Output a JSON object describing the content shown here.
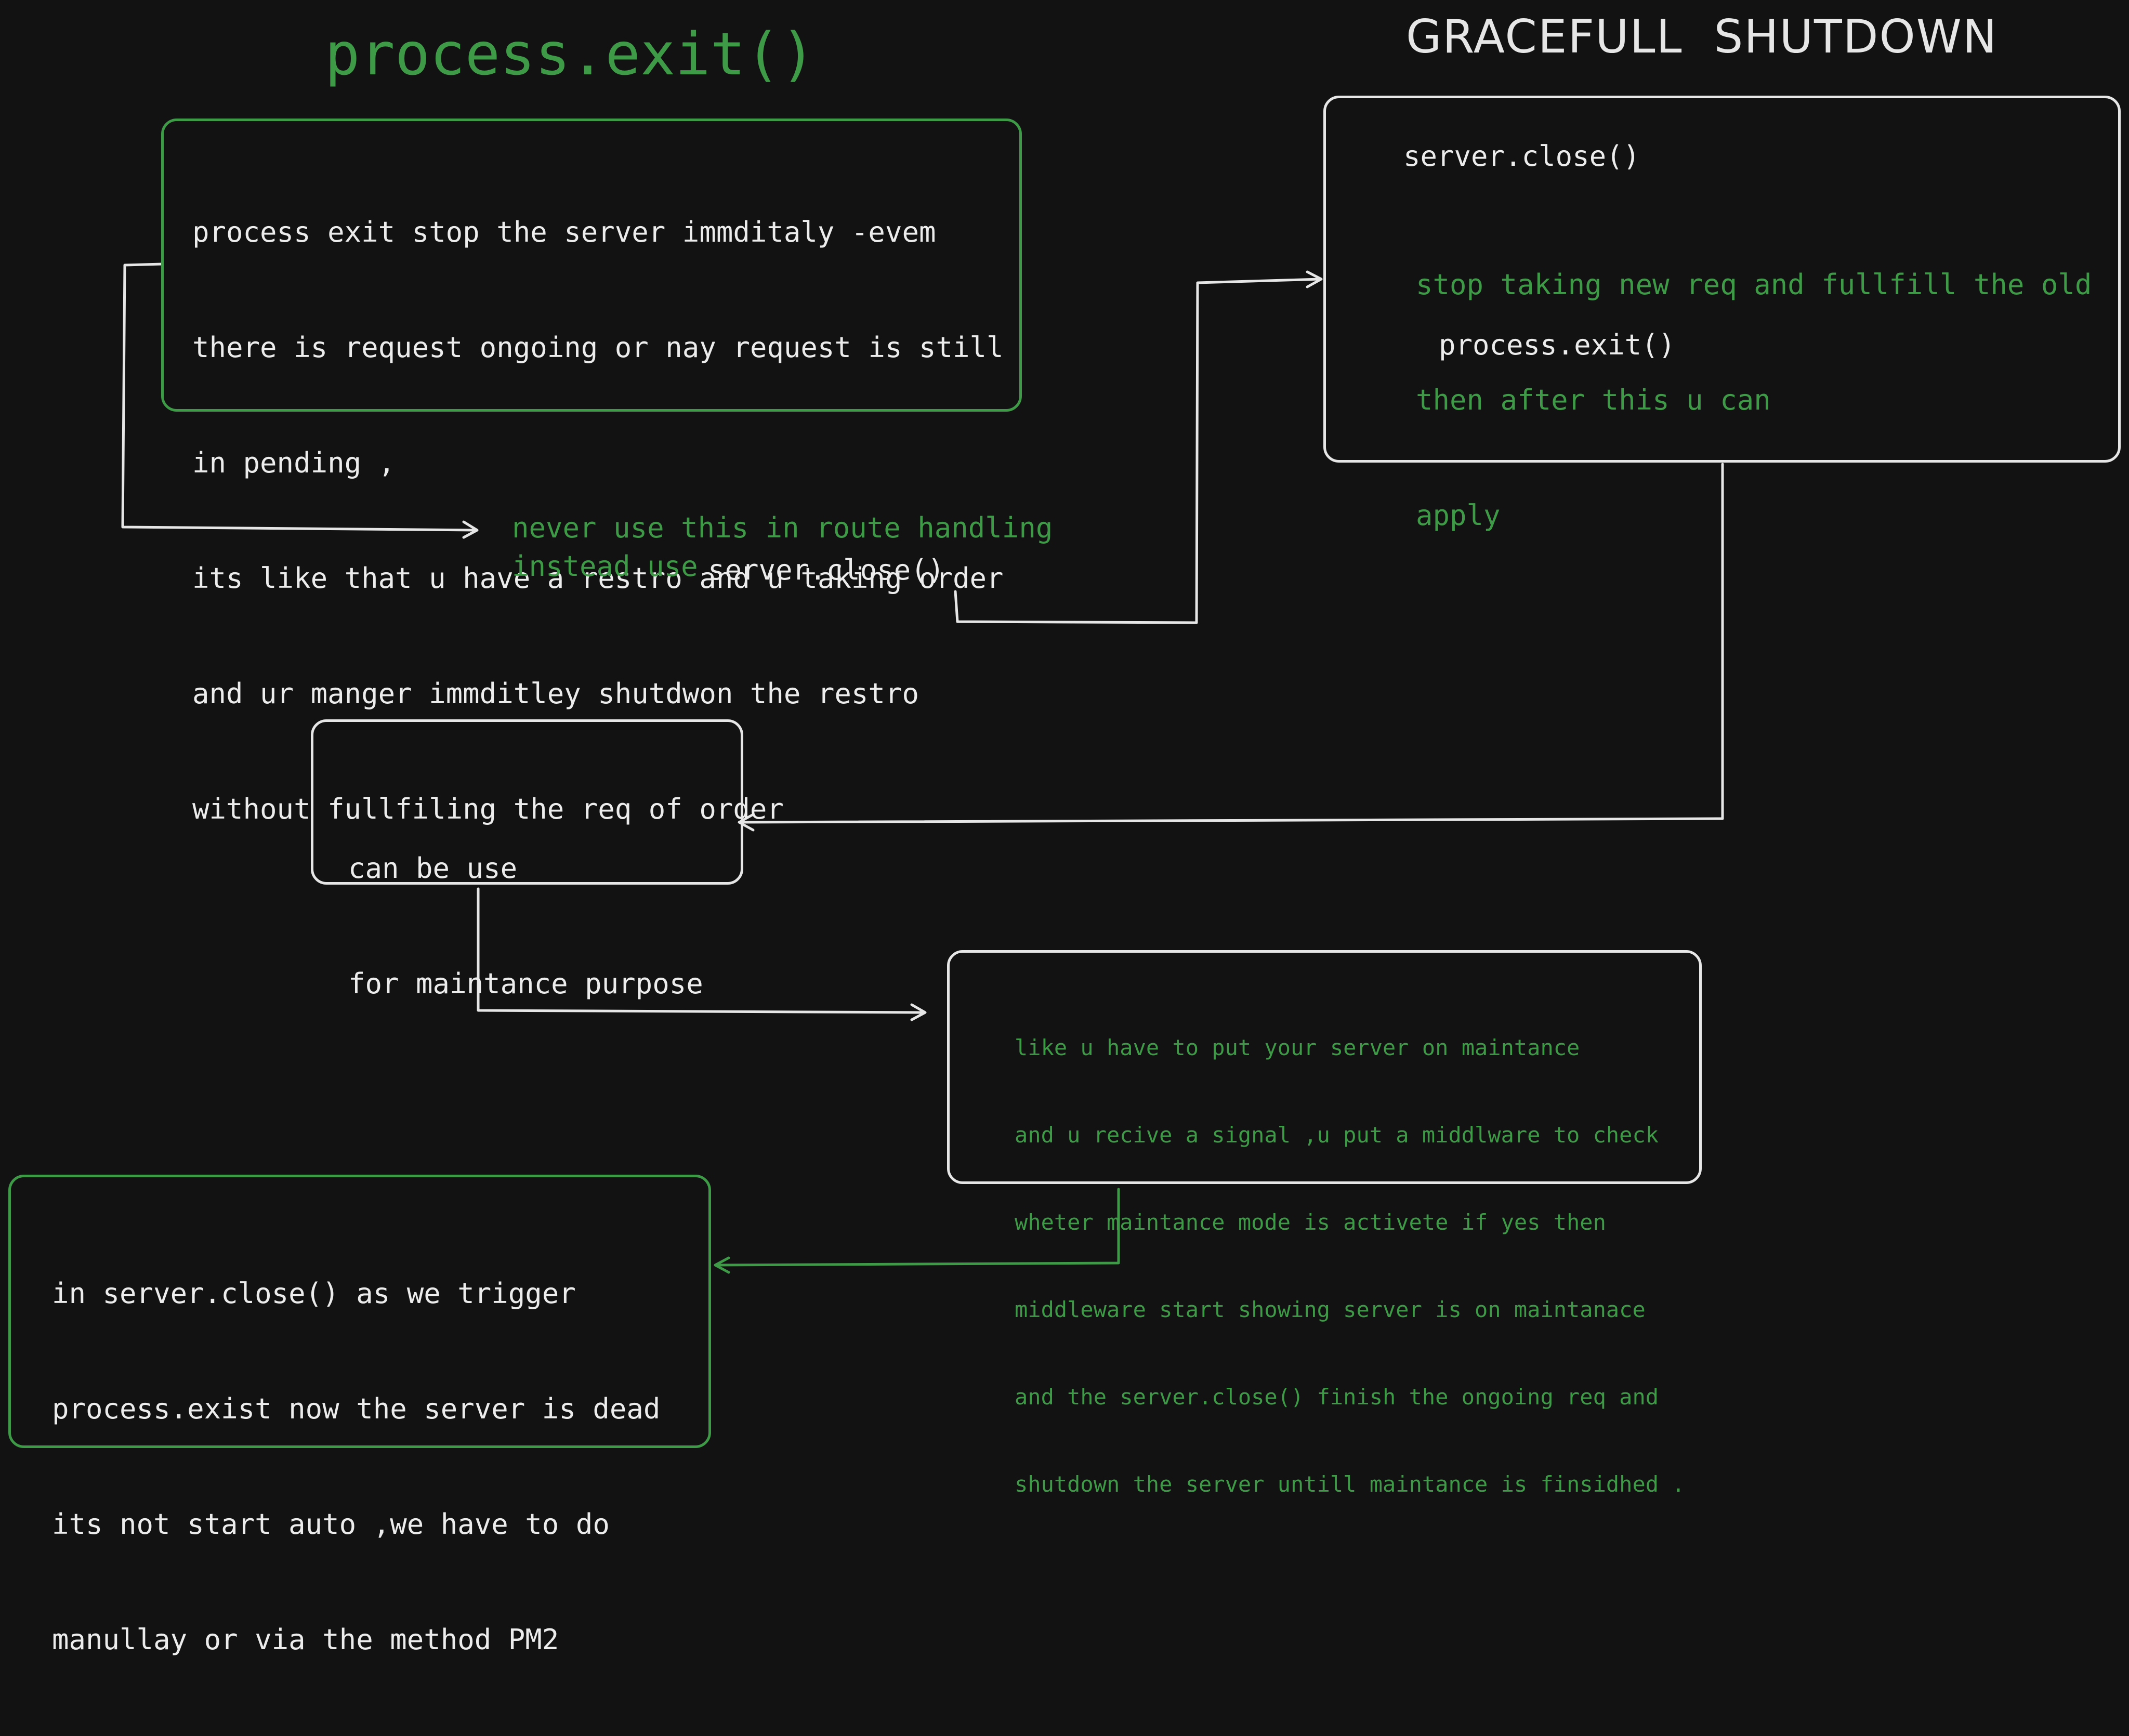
{
  "colors": {
    "background": "#121212",
    "accent_green": "#3e9a47",
    "stroke_white": "#e6e6e6"
  },
  "titles": {
    "left": "process.exit()",
    "right": "GRACEFULL  SHUTDOWN"
  },
  "process_exit_box": {
    "lines": [
      "process exit stop the server immditaly -evem",
      "there is request ongoing or nay request is still",
      "in pending ,",
      "its like that u have a restro and u taking order",
      "and ur manger immditley shutdwon the restro",
      "without fullfiling the req of order"
    ]
  },
  "route_note": {
    "line1": "never use this in route handling",
    "line2": "instead use",
    "code": "server.close()"
  },
  "graceful_box": {
    "code_top": "server.close()",
    "green_lines": [
      "stop taking new req and fullfill the old",
      "then after this u can",
      "apply"
    ],
    "code_bottom": "process.exit()"
  },
  "maintenance_box": {
    "lines": [
      "can be use",
      "for maintance purpose"
    ]
  },
  "maintenance_detail_box": {
    "lines": [
      "like u have to put your server on maintance",
      "and u recive a signal ,u put a middlware to check",
      "wheter maintance mode is activete if yes then",
      "middleware start showing server is on maintanace",
      "and the server.close() finish the ongoing req and",
      "shutdown the server untill maintance is finsidhed ."
    ]
  },
  "restart_box": {
    "lines": [
      "in server.close() as we trigger",
      "process.exist now the server is dead",
      "its not start auto ,we have to do",
      "manullay or via the method PM2"
    ]
  }
}
